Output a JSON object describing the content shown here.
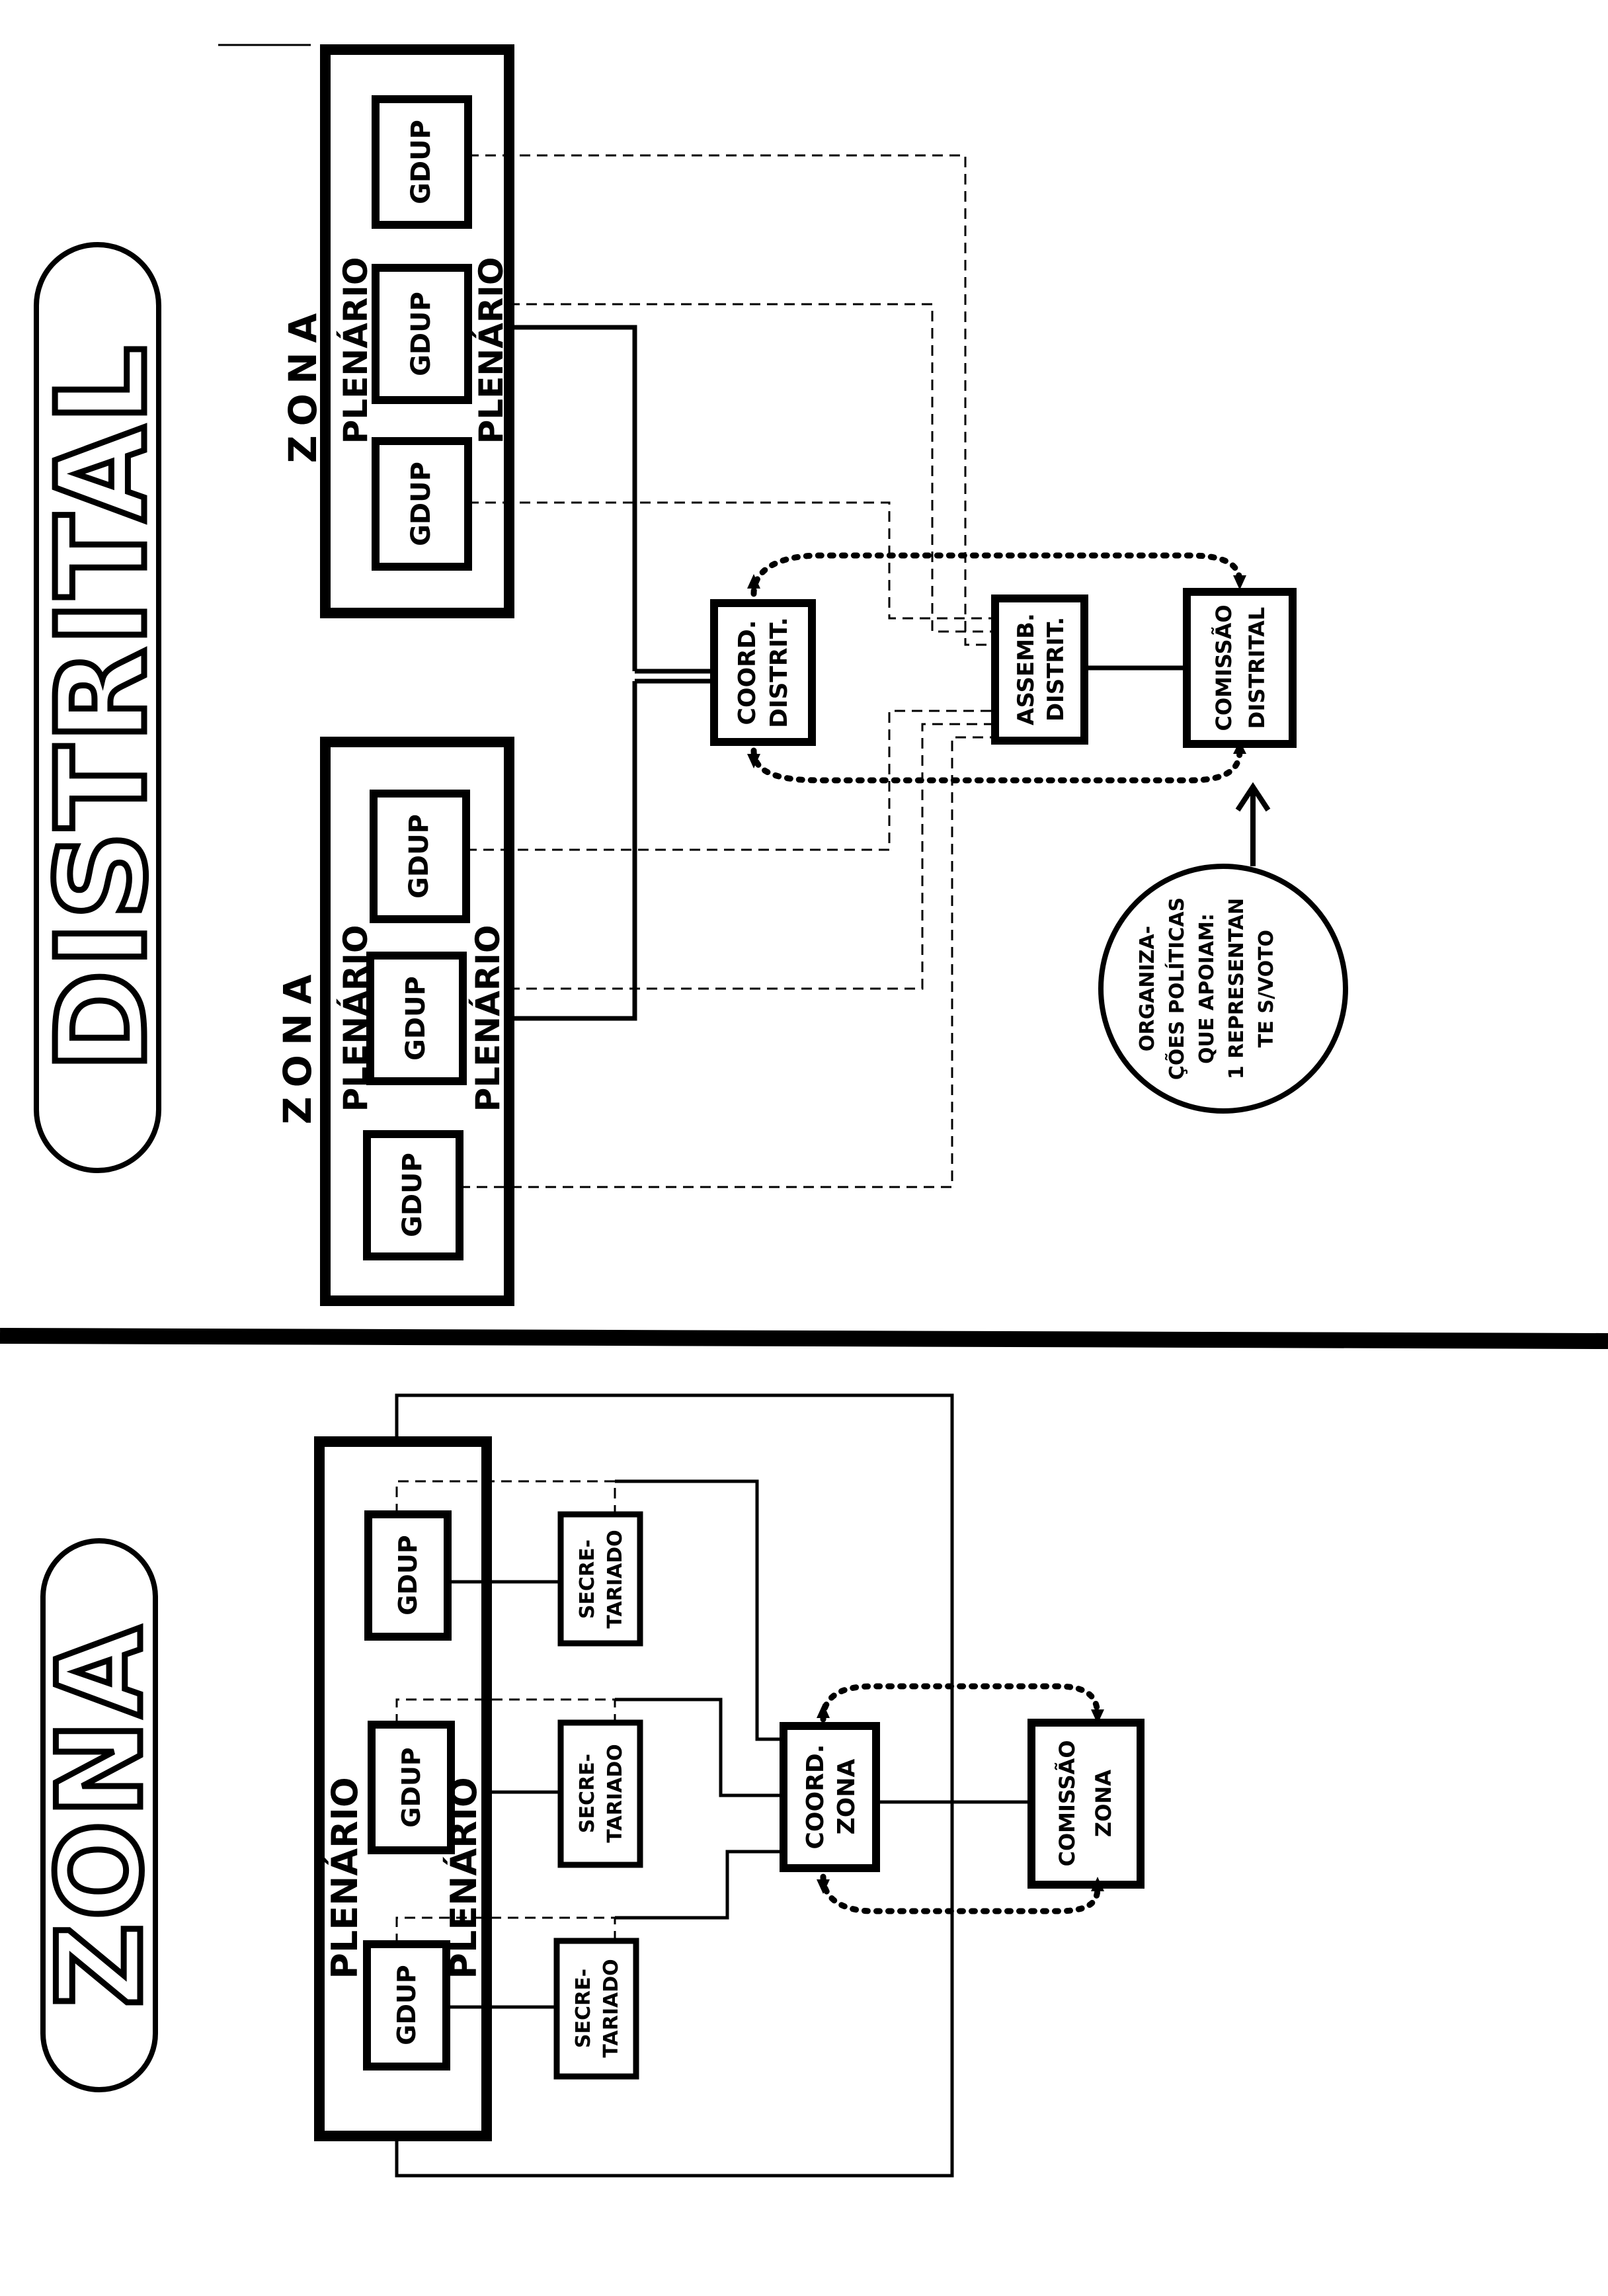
{
  "diagram": {
    "distrital": {
      "title": "DISTRITAL",
      "zona_label": "ZONA",
      "plenario_label": "PLENÁRIO",
      "gdup_label": "GDUP",
      "coord": [
        "COORD.",
        "DISTRIT."
      ],
      "assemb": [
        "ASSEMB.",
        "DISTRIT."
      ],
      "comissao": [
        "COMISSÃO",
        "DISTRITAL"
      ],
      "organizacoes": [
        "ORGANIZA-",
        "ÇÕES POLÍTICAS",
        "QUE APOIAM:",
        "1 REPRESENTAN",
        "TE S/VOTO"
      ]
    },
    "zona": {
      "title": "ZONA",
      "plenario_label": "PLENÁRIO",
      "gdup_label": "GDUP",
      "secretariado": [
        "SECRE-",
        "TARIADO"
      ],
      "coord": [
        "COORD.",
        "ZONA"
      ],
      "comissao": [
        "COMISSÃO",
        "ZONA"
      ]
    }
  }
}
